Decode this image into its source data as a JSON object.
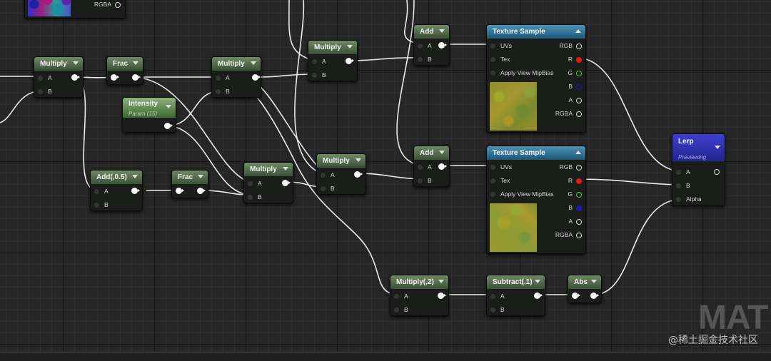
{
  "top_node": {
    "pin_label": "RGBA"
  },
  "nodes": {
    "multiply_1": {
      "title": "Multiply",
      "pin_a": "A",
      "pin_b": "B"
    },
    "frac_1": {
      "title": "Frac"
    },
    "multiply_2": {
      "title": "Multiply",
      "pin_a": "A",
      "pin_b": "B"
    },
    "intensity": {
      "title": "Intensity",
      "subtitle": "Param (15)"
    },
    "multiply_top": {
      "title": "Multiply",
      "pin_a": "A",
      "pin_b": "B"
    },
    "add_top": {
      "title": "Add",
      "pin_a": "A",
      "pin_b": "B"
    },
    "add_half": {
      "title": "Add(,0.5)",
      "pin_a": "A",
      "pin_b": "B"
    },
    "frac_2": {
      "title": "Frac"
    },
    "multiply_3": {
      "title": "Multiply",
      "pin_a": "A",
      "pin_b": "B"
    },
    "multiply_4": {
      "title": "Multiply",
      "pin_a": "A",
      "pin_b": "B"
    },
    "add_2": {
      "title": "Add",
      "pin_a": "A",
      "pin_b": "B"
    },
    "tex_1": {
      "title": "Texture Sample",
      "pin_uvs": "UVs",
      "pin_tex": "Tex",
      "pin_mip": "Apply View MipBias",
      "out_rgb": "RGB",
      "out_r": "R",
      "out_g": "G",
      "out_b": "B",
      "out_a": "A",
      "out_rgba": "RGBA"
    },
    "tex_2": {
      "title": "Texture Sample",
      "pin_uvs": "UVs",
      "pin_tex": "Tex",
      "pin_mip": "Apply View MipBias",
      "out_rgb": "RGB",
      "out_r": "R",
      "out_g": "G",
      "out_b": "B",
      "out_a": "A",
      "out_rgba": "RGBA"
    },
    "lerp": {
      "title": "Lerp",
      "subtitle": "Previewing",
      "pin_a": "A",
      "pin_b": "B",
      "pin_alpha": "Alpha"
    },
    "multiply_2x": {
      "title": "Multiply(,2)",
      "pin_a": "A",
      "pin_b": "B"
    },
    "subtract_1": {
      "title": "Subtract(,1)",
      "pin_a": "A",
      "pin_b": "B"
    },
    "abs": {
      "title": "Abs"
    }
  },
  "colors": {
    "red_channel": "#e21a1a",
    "green_channel": "#3ecb2c",
    "blue_channel": "#1a1ab8",
    "lerp_header": "#3232b8",
    "texture_header": "#2f78a0"
  },
  "watermark": {
    "big": "MAT",
    "small": "@稀土掘金技术社区"
  }
}
